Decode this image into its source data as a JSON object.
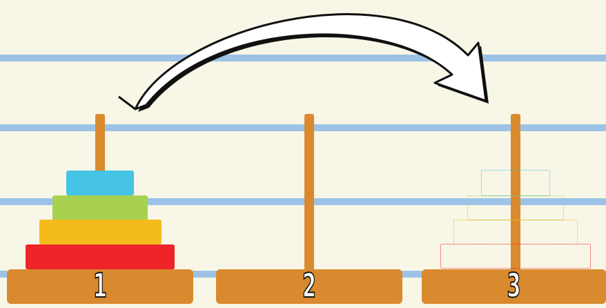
{
  "background_color": "#f8f6e6",
  "line_color": "#9cc3e6",
  "wood_color": "#d98a2e",
  "pegs": [
    {
      "label": "1"
    },
    {
      "label": "2"
    },
    {
      "label": "3"
    }
  ],
  "disks": [
    {
      "name": "blue",
      "color": "#45c4e6",
      "peg": 1
    },
    {
      "name": "green",
      "color": "#a8d14f",
      "peg": 1
    },
    {
      "name": "yellow",
      "color": "#f3bc1c",
      "peg": 1
    },
    {
      "name": "red",
      "color": "#ee2428",
      "peg": 1
    }
  ],
  "target_outlines": [
    {
      "name": "blue",
      "color": "#45c4e6",
      "peg": 3
    },
    {
      "name": "green",
      "color": "#a8d14f",
      "peg": 3
    },
    {
      "name": "yellow",
      "color": "#f3bc1c",
      "peg": 3
    },
    {
      "name": "red",
      "color": "#ee2428",
      "peg": 3
    }
  ],
  "arrow": {
    "icon": "curved-arrow-icon",
    "from_peg": 1,
    "to_peg": 3
  }
}
